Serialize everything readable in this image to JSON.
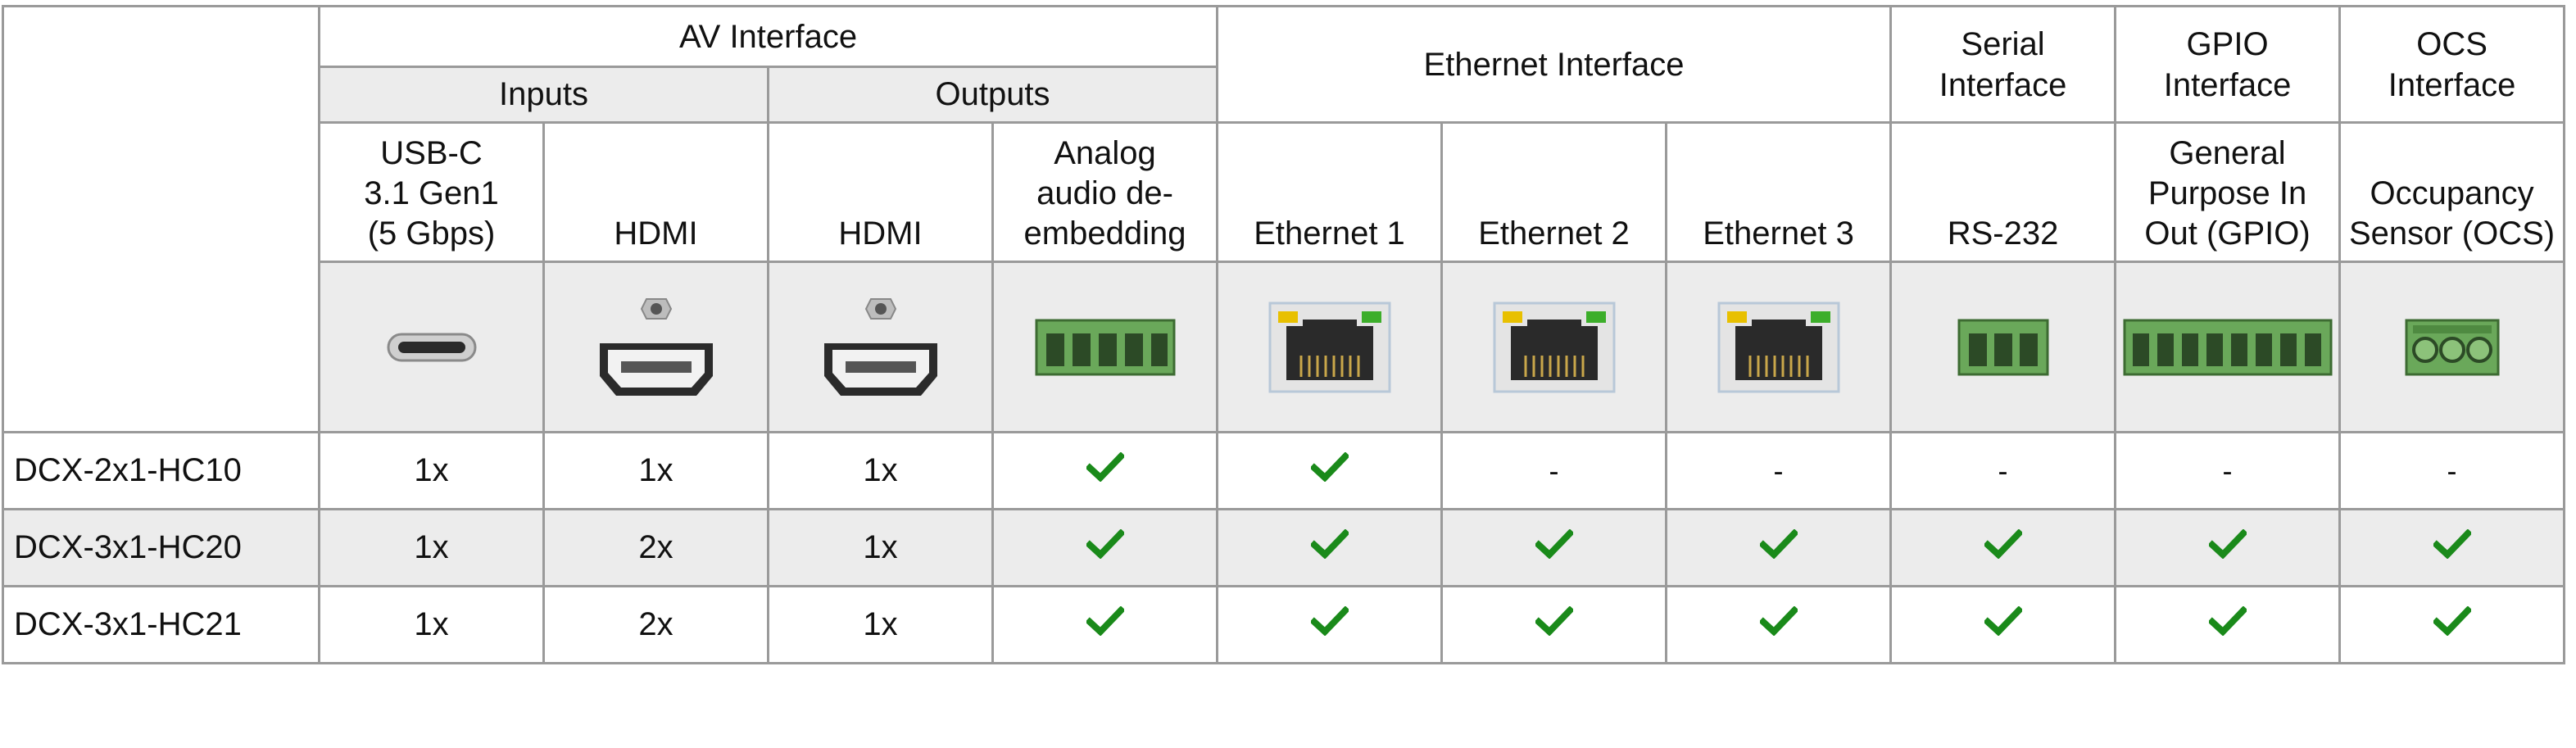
{
  "groups": {
    "av": "AV Interface",
    "ethernet": "Ethernet Interface",
    "serial": "Serial\nInterface",
    "gpio": "GPIO\nInterface",
    "ocs": "OCS\nInterface"
  },
  "subgroups": {
    "inputs": "Inputs",
    "outputs": "Outputs"
  },
  "ports": {
    "usbc": "USB-C\n3.1 Gen1\n(5 Gbps)",
    "hdmi_in": "HDMI",
    "hdmi_out": "HDMI",
    "analog": "Analog\naudio de-\nembedding",
    "eth1": "Ethernet 1",
    "eth2": "Ethernet 2",
    "eth3": "Ethernet 3",
    "rs232": "RS-232",
    "gpio": "General\nPurpose In\nOut (GPIO)",
    "ocs": "Occupancy\nSensor (OCS)"
  },
  "icons": [
    "usb-c-port-icon",
    "hdmi-port-icon",
    "hdmi-port-icon",
    "terminal-block-5pin-icon",
    "rj45-port-icon",
    "rj45-port-icon",
    "rj45-port-icon",
    "terminal-block-3pin-icon",
    "terminal-block-8pin-icon",
    "terminal-block-3pin-round-icon"
  ],
  "colors": {
    "check": "#1a8a1a",
    "header_fill": "#ececec",
    "border": "#9a9a9a"
  },
  "rows": [
    {
      "model": "DCX-2x1-HC10",
      "usbc": "1x",
      "hdmi_in": "1x",
      "hdmi_out": "1x",
      "analog": "check",
      "eth1": "check",
      "eth2": "-",
      "eth3": "-",
      "rs232": "-",
      "gpio": "-",
      "ocs": "-"
    },
    {
      "model": "DCX-3x1-HC20",
      "usbc": "1x",
      "hdmi_in": "2x",
      "hdmi_out": "1x",
      "analog": "check",
      "eth1": "check",
      "eth2": "check",
      "eth3": "check",
      "rs232": "check",
      "gpio": "check",
      "ocs": "check"
    },
    {
      "model": "DCX-3x1-HC21",
      "usbc": "1x",
      "hdmi_in": "2x",
      "hdmi_out": "1x",
      "analog": "check",
      "eth1": "check",
      "eth2": "check",
      "eth3": "check",
      "rs232": "check",
      "gpio": "check",
      "ocs": "check"
    }
  ]
}
